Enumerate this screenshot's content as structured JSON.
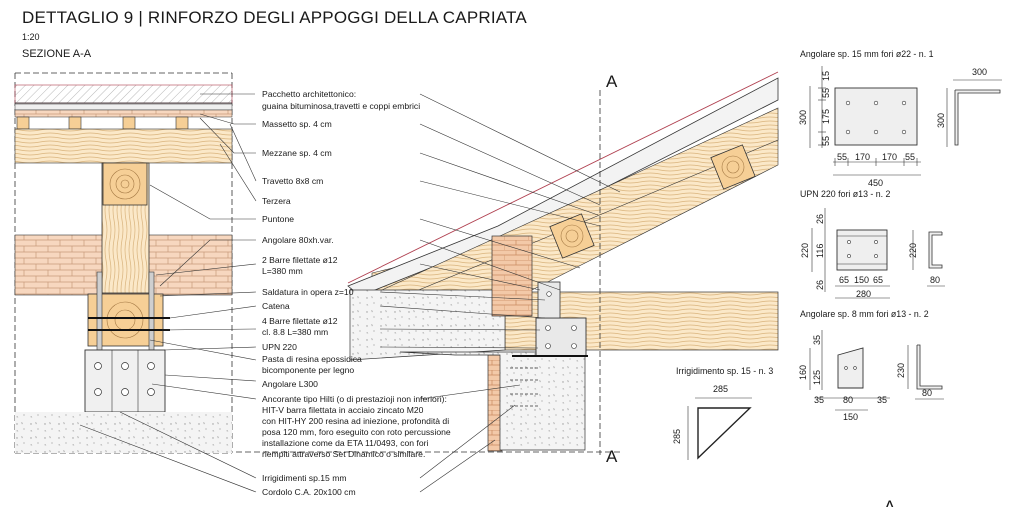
{
  "header": {
    "title": "DETTAGLIO 9 | RINFORZO DEGLI APPOGGI DELLA CAPRIATA",
    "scale": "1:20",
    "section": "SEZIONE A-A"
  },
  "section_marks": [
    "A",
    "A",
    "A"
  ],
  "callouts": [
    "Pacchetto architettonico:",
    "guaina bituminosa,travetti e coppi embrici",
    "Massetto sp. 4 cm",
    "Mezzane sp. 4 cm",
    "Travetto 8x8 cm",
    "Terzera",
    "Puntone",
    "Angolare 80xh.var.",
    "2 Barre filettate ø12",
    "L=380 mm",
    "Saldatura in opera z=10",
    "Catena",
    "4 Barre filettate ø12",
    "cl. 8.8 L=380 mm",
    "UPN 220",
    "Pasta di resina epossidica",
    "bicomponente per legno",
    "Angolare L300",
    "Ancorante tipo Hilti (o di prestazioji non inferiori):",
    "HIT-V barra filettata in acciaio zincato M20",
    "con HIT-HY 200 resina ad iniezione, profondità di",
    "posa 120 mm, foro eseguito con roto percussione",
    "installazione come da ETA 11/0493, con fori",
    "riempiti attraverso Set Dinamico o similare.",
    "Irrigidimenti sp.15 mm",
    "Cordolo C.A. 20x100 cm"
  ],
  "details": {
    "angolare15": {
      "caption": "Angolare sp. 15 mm fori ø22 - n. 1",
      "vdims": [
        "15",
        "55",
        "175",
        "55"
      ],
      "height": "300",
      "hdims": [
        "55",
        "170",
        "170",
        "55"
      ],
      "width": "450",
      "side_width": "300",
      "side_height": "300"
    },
    "upn": {
      "caption": "UPN 220 fori ø13  - n. 2",
      "vdims": [
        "26",
        "116",
        "26"
      ],
      "height": "220",
      "hdims": [
        "65",
        "150",
        "65"
      ],
      "width": "280",
      "side_height": "220",
      "side_width": "80"
    },
    "angolare8": {
      "caption": "Angolare sp. 8 mm fori ø13 - n. 2",
      "vdims": [
        "35",
        "125"
      ],
      "height": "160",
      "hdims": [
        "35",
        "80",
        "35"
      ],
      "width": "150",
      "side_height": "230",
      "side_width": "80"
    },
    "irrigidimento": {
      "caption": "Irrigidimento sp. 15 - n. 3",
      "width": "285",
      "height": "285"
    }
  }
}
